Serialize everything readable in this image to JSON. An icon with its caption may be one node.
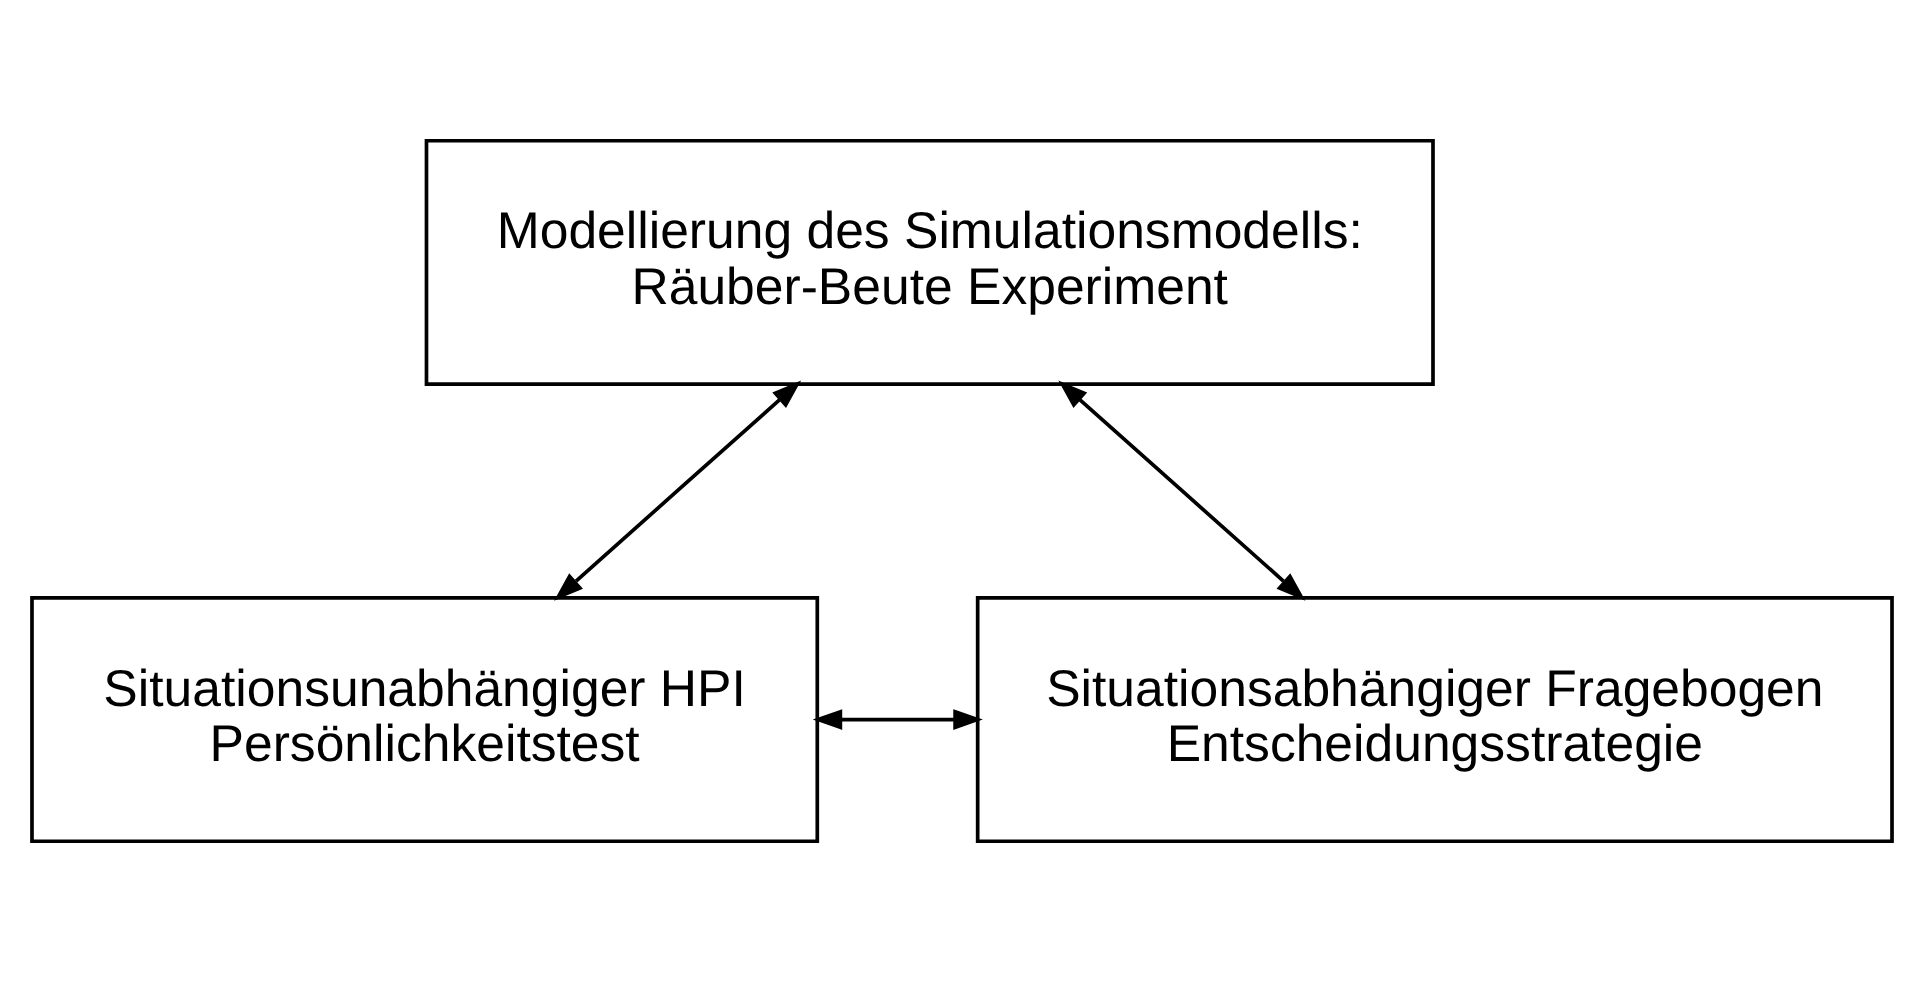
{
  "diagram": {
    "nodes": [
      {
        "text": [
          "Modellierung des Simulationsmodells: Räuber-Beute Experiment"
        ]
      },
      {
        "text": [
          "Situationsunabhängiger HPI Persönlichkeitstest"
        ]
      },
      {
        "text": [
          "Situationsabhängiger Fragebogen Entscheidungsstrategie"
        ]
      }
    ],
    "edges": [
      {
        "from": 0,
        "to": 1,
        "arrow": "both"
      },
      {
        "from": 0,
        "to": 2,
        "arrow": "both"
      },
      {
        "from": 1,
        "to": 2,
        "arrow": "both"
      }
    ]
  }
}
